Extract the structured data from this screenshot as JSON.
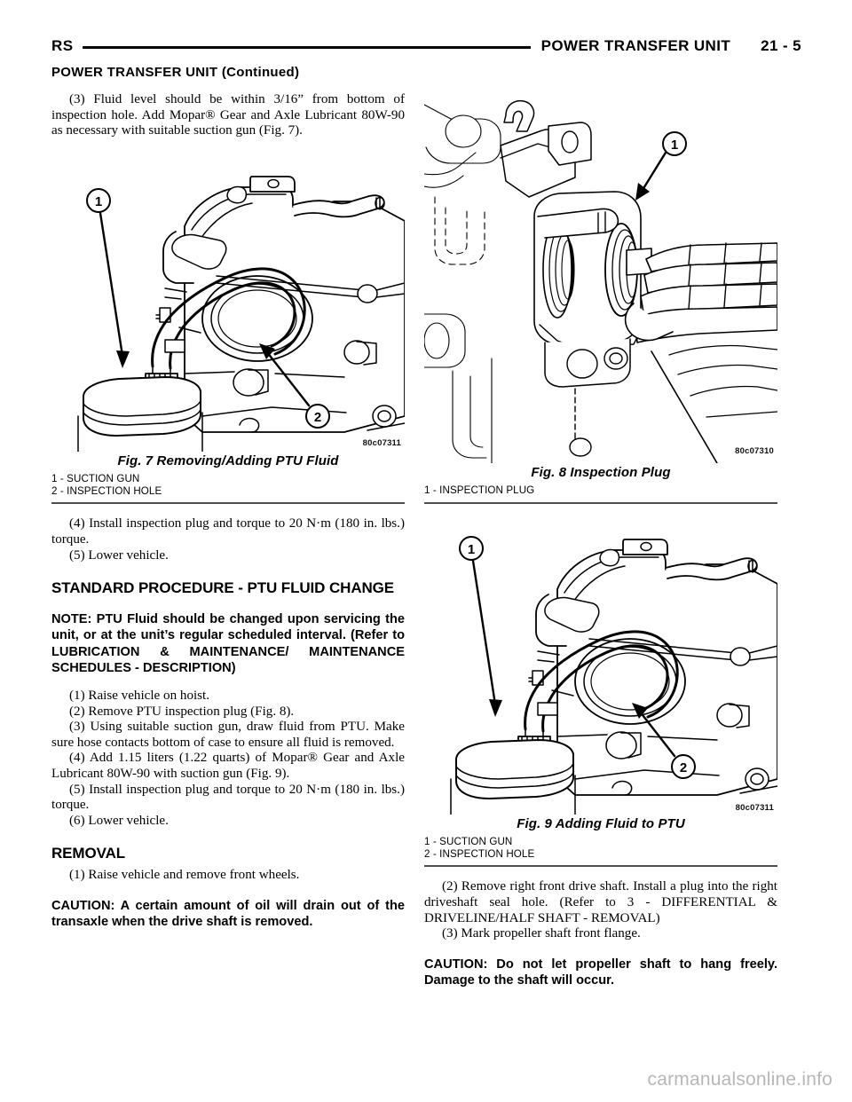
{
  "header": {
    "left_code": "RS",
    "title": "POWER TRANSFER UNIT",
    "page_number": "21 - 5",
    "continued_title": "POWER TRANSFER UNIT (Continued)"
  },
  "left_column": {
    "para_3": "(3) Fluid level should be within 3/16” from bottom of inspection hole. Add Mopar® Gear and Axle Lubricant 80W-90 as necessary with suitable suction gun (Fig. 7).",
    "para_4": "(4) Install inspection plug and torque to 20 N·m (180 in. lbs.) torque.",
    "para_5": "(5) Lower vehicle.",
    "heading_fluid_change": "STANDARD PROCEDURE - PTU FLUID CHANGE",
    "note_fluid_change": "NOTE: PTU Fluid should be changed upon servicing the unit, or at the unit’s regular scheduled interval. (Refer to LUBRICATION & MAINTENANCE/ MAINTENANCE SCHEDULES - DESCRIPTION)",
    "change_step_1": "(1) Raise vehicle on hoist.",
    "change_step_2": "(2) Remove PTU inspection plug (Fig. 8).",
    "change_step_3": "(3) Using suitable suction gun, draw fluid from PTU. Make sure hose contacts bottom of case to ensure all fluid is removed.",
    "change_step_4": "(4) Add 1.15 liters (1.22 quarts) of Mopar® Gear and Axle Lubricant 80W-90 with suction gun (Fig. 9).",
    "change_step_5": "(5) Install inspection plug and torque to 20 N·m (180 in. lbs.) torque.",
    "change_step_6": "(6) Lower vehicle.",
    "heading_removal": "REMOVAL",
    "removal_step_1": "(1) Raise vehicle and remove front wheels.",
    "caution_oil_drain": "CAUTION: A certain amount of oil will drain out of the transaxle when the drive shaft is removed."
  },
  "right_column": {
    "removal_step_2": "(2) Remove right front drive shaft. Install a plug into the right driveshaft seal hole. (Refer to 3 - DIFFERENTIAL & DRIVELINE/HALF SHAFT - REMOVAL)",
    "removal_step_3": "(3) Mark propeller shaft front flange.",
    "caution_propeller": "CAUTION: Do not let propeller shaft to hang freely. Damage to the shaft will occur."
  },
  "figures": [
    {
      "id": "fig-7",
      "caption": "Fig. 7 Removing/Adding PTU Fluid",
      "art_id": "80c07311",
      "callouts": [
        "1",
        "2"
      ],
      "legend": [
        "1 - SUCTION GUN",
        "2 - INSPECTION HOLE"
      ]
    },
    {
      "id": "fig-8",
      "caption": "Fig. 8 Inspection Plug",
      "art_id": "80c07310",
      "callouts": [
        "1"
      ],
      "legend": [
        "1 - INSPECTION PLUG"
      ]
    },
    {
      "id": "fig-9",
      "caption": "Fig. 9 Adding Fluid to PTU",
      "art_id": "80c07311",
      "callouts": [
        "1",
        "2"
      ],
      "legend": [
        "1 - SUCTION GUN",
        "2 - INSPECTION HOLE"
      ]
    }
  ],
  "watermark": "carmanualsonline.info",
  "colors": {
    "text": "#000000",
    "rule": "#4d4d4d",
    "watermark": "#b7b7b7"
  }
}
